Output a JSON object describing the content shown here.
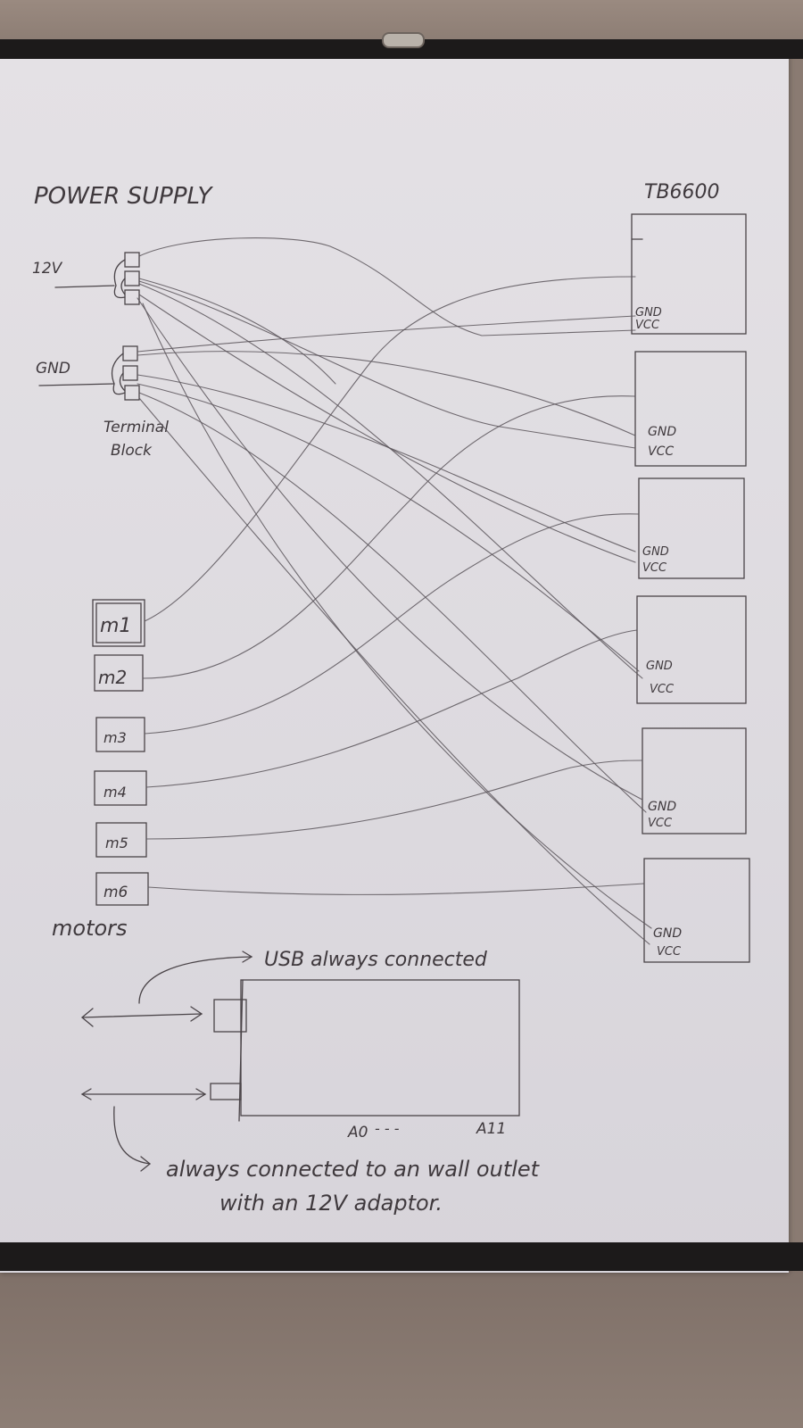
{
  "labels": {
    "power_supply": "POWER SUPPLY",
    "driver_model": "TB6600",
    "v12": "12V",
    "gnd": "GND",
    "terminal_block_line1": "Terminal",
    "terminal_block_line2": "Block",
    "motors_label": "motors",
    "usb_note": "USB always connected",
    "outlet_note_line1": "always connected to an wall outlet",
    "outlet_note_line2": "with an 12V adaptor.",
    "pin_a0": "A0",
    "pin_a11": "A11",
    "separator": "- - -"
  },
  "drivers": [
    {
      "gnd": "GND",
      "vcc": "VCC"
    },
    {
      "gnd": "GND",
      "vcc": "VCC"
    },
    {
      "gnd": "GND",
      "vcc": "VCC"
    },
    {
      "gnd": "GND",
      "vcc": "VCC"
    },
    {
      "gnd": "GND",
      "vcc": "VCC"
    },
    {
      "gnd": "GND",
      "vcc": "VCC"
    }
  ],
  "motors": [
    "m1",
    "m2",
    "m3",
    "m4",
    "m5",
    "m6"
  ],
  "colors": {
    "pencil": "#4a4448",
    "paper": "#e2dfe3"
  }
}
